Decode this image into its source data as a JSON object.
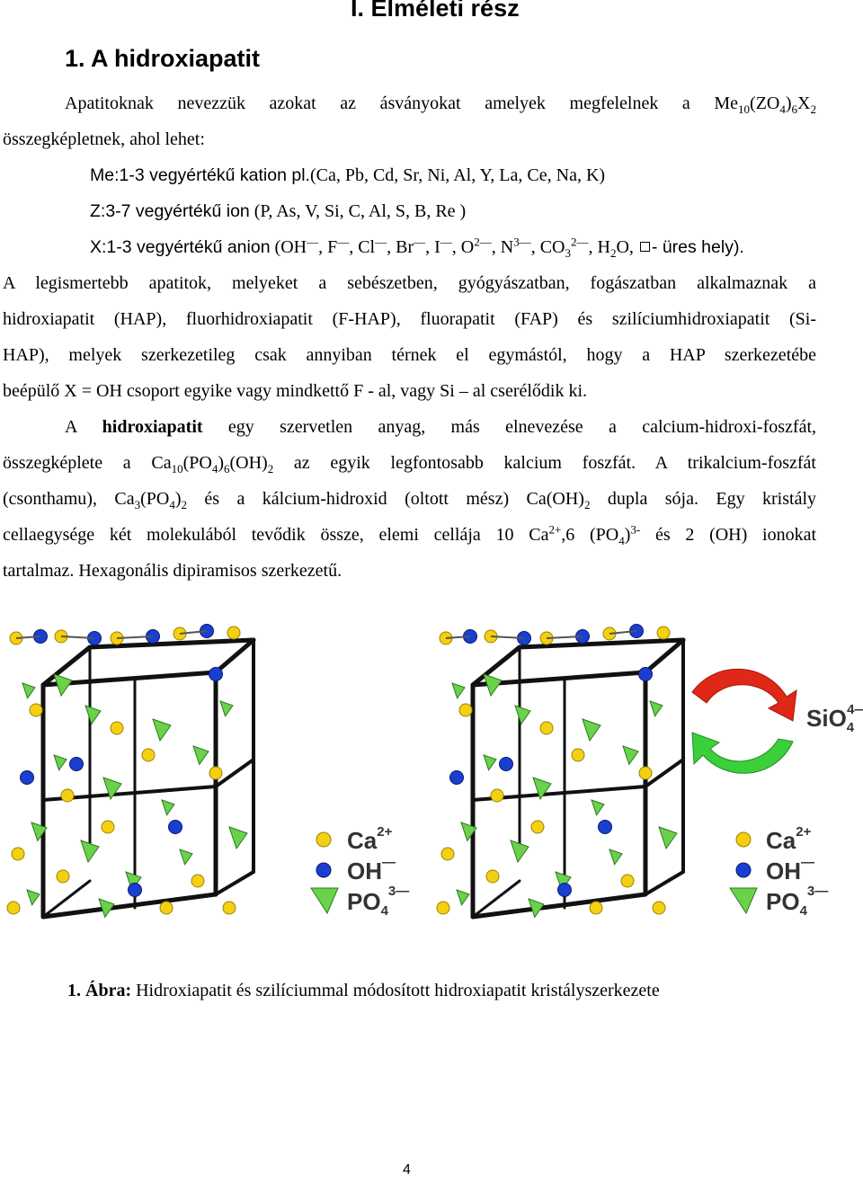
{
  "header": {
    "part_title": "I. Elméleti rész",
    "section_title": "1. A hidroxiapatit"
  },
  "paragraph1": {
    "line1_text": "Apatitoknak nevezzük azokat az ásványokat amelyek megfelelnek a Me",
    "formula_sub1": "10",
    "formula_mid1": "(ZO",
    "formula_sub2": "4",
    "formula_mid2": ")",
    "formula_sub3": "6",
    "formula_mid3": "X",
    "formula_sub4": "2",
    "line2": "összegképletnek, ahol lehet:"
  },
  "ion_list": {
    "me_sans": "Me:1-3 vegyértékű kation pl.",
    "me_serif": "(Ca, Pb, Cd, Sr, Ni, Al, Y, La, Ce, Na, K)",
    "z_sans": "Z:3-7 vegyértékű ion",
    "z_serif": " (P, As, V, Si, C, Al, S, B, Re )",
    "x_sans": "X:1-3 vegyértékű anion",
    "x_serif_a": " (OH",
    "x_sup_a": "—",
    "x_serif_b": ", F",
    "x_sup_b": "—",
    "x_serif_c": ", Cl",
    "x_sup_c": "—",
    "x_serif_d": ", Br",
    "x_sup_d": "—",
    "x_serif_e": ", I",
    "x_sup_e": "—",
    "x_serif_f": ", O",
    "x_sup_f": "2—",
    "x_serif_g": ", N",
    "x_sup_g": "3—",
    "x_serif_h": ", CO",
    "x_sub_h": "3",
    "x_sup_h": "2—",
    "x_serif_i": ", H",
    "x_sub_i": "2",
    "x_serif_j": "O, ",
    "x_sans_end": "- üres hely)."
  },
  "paragraph2": {
    "line1": "A legismertebb apatitok, melyeket a sebészetben, gyógyászatban, fogászatban alkalmaznak a",
    "line2": "hidroxiapatit (HAP), fluorhidroxiapatit (F-HAP), fluorapatit (FAP) és szilíciumhidroxiapatit (Si-",
    "line3": "HAP), melyek szerkezetileg  csak annyiban térnek el egymástól, hogy a HAP szerkezetébe",
    "line4": "beépülő X = OH csoport egyike vagy mindkettő F - al, vagy Si – al cserélődik ki."
  },
  "paragraph3": {
    "l1_a": "A ",
    "l1_bold": "hidroxiapatit",
    "l1_b": " egy szervetlen anyag, más elnevezése a calcium-hidroxi-foszfát,",
    "l2_a": "összegképlete a Ca",
    "l2_sub1": "10",
    "l2_b": "(PO",
    "l2_sub2": "4",
    "l2_c": ")",
    "l2_sub3": "6",
    "l2_d": "(OH)",
    "l2_sub4": "2",
    "l2_e": " az egyik legfontosabb kalcium foszfát. A trikalcium-foszfát",
    "l3_a": "(csonthamu), Ca",
    "l3_sub1": "3",
    "l3_b": "(PO",
    "l3_sub2": "4",
    "l3_c": ")",
    "l3_sub3": "2",
    "l3_d": " és a kálcium-hidroxid (oltott mész) Ca(OH)",
    "l3_sub4": "2",
    "l3_e": " dupla sója. Egy kristály",
    "l4_a": "cellaegysége két molekulából tevődik össze, elemi cellája 10 Ca",
    "l4_sup1": "2+",
    "l4_b": ",6 (PO",
    "l4_sub1": "4",
    "l4_c": ")",
    "l4_sup2": "3-",
    "l4_d": " és 2 (OH)  ionokat",
    "l5": "tartalmaz. Hexagonális dipiramisos szerkezetű."
  },
  "figure": {
    "legend_ca": "Ca",
    "legend_ca_sup": "2+",
    "legend_oh": "OH",
    "legend_oh_sup": "—",
    "legend_po": "PO",
    "legend_po_sub": "4",
    "legend_po_sup": "3—",
    "sio_label": "SiO",
    "sio_sub": "4",
    "sio_sup": "4—",
    "colors": {
      "ca": "#f5d010",
      "oh": "#1a3fd0",
      "po": "#6ad24a",
      "arrow_red": "#e02818",
      "arrow_green": "#3ccf3c"
    }
  },
  "caption": {
    "label": "1. Ábra:",
    "text": " Hidroxiapatit és szilíciummal módosított hidroxiapatit kristályszerkezete"
  },
  "footer": {
    "page_number": "4"
  }
}
